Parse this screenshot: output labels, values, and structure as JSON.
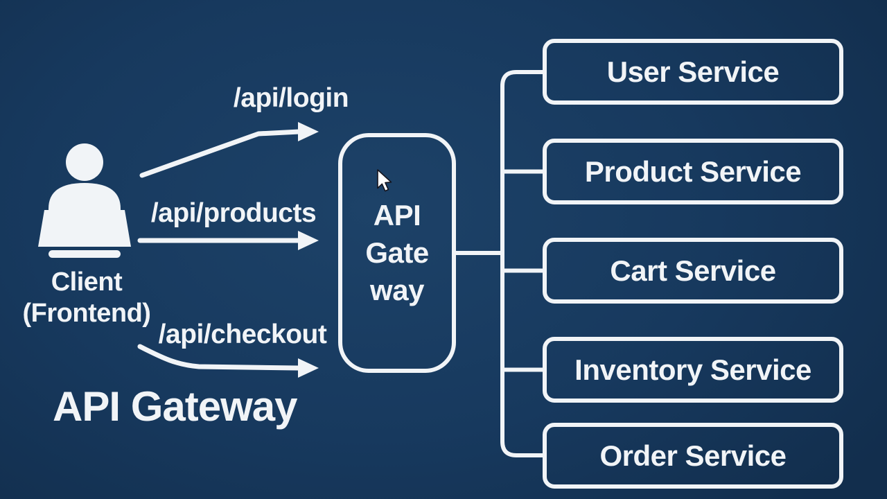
{
  "title": "API Gateway",
  "client": {
    "label_line1": "Client",
    "label_line2": "(Frontend)"
  },
  "gateway": {
    "line1": "API",
    "line2": "Gate",
    "line3": "way"
  },
  "routes": [
    {
      "label": "/api/login"
    },
    {
      "label": "/api/products"
    },
    {
      "label": "/api/checkout"
    }
  ],
  "services": [
    {
      "label": "User Service"
    },
    {
      "label": "Product Service"
    },
    {
      "label": "Cart Service"
    },
    {
      "label": "Inventory Service"
    },
    {
      "label": "Order Service"
    }
  ],
  "colors": {
    "background": "#17395e",
    "foreground": "#f1f4f7",
    "cursor_fill": "#ffffff",
    "cursor_outline": "#14141e"
  }
}
